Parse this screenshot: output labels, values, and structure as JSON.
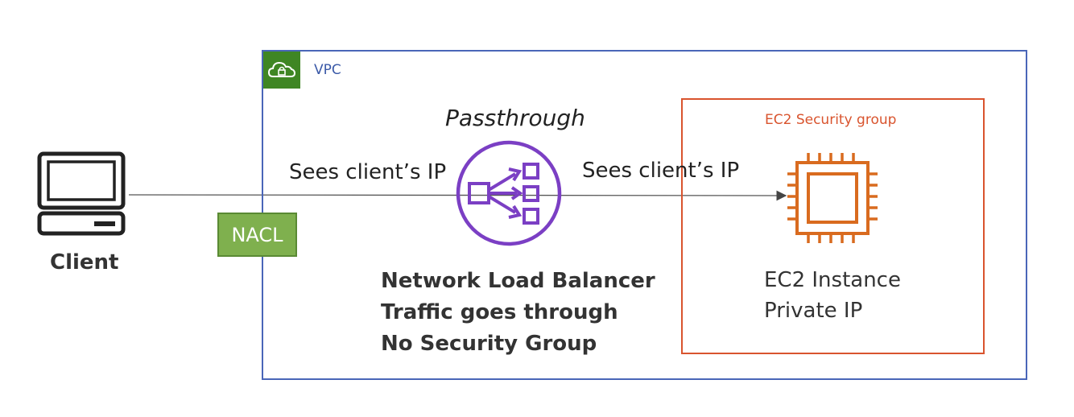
{
  "vpc": {
    "label": "VPC",
    "border_color": "#4a66b8",
    "badge_color": "#3f8624",
    "icon": "cloud-lock-icon"
  },
  "security_group": {
    "label": "EC2 Security group",
    "color": "#d9542e"
  },
  "nacl": {
    "label": "NACL",
    "color": "#7fb04e"
  },
  "client": {
    "label": "Client",
    "icon": "laptop-icon"
  },
  "nlb": {
    "mode": "Passthrough",
    "icon": "network-load-balancer-icon",
    "color": "#7b3fc4",
    "lines": [
      "Network Load Balancer",
      "Traffic goes through",
      "No Security Group"
    ]
  },
  "flow": {
    "left_label": "Sees client’s IP",
    "right_label": "Sees client’s IP"
  },
  "ec2": {
    "icon": "ec2-chip-icon",
    "color": "#d96b1f",
    "lines": [
      "EC2 Instance",
      "Private IP"
    ]
  }
}
